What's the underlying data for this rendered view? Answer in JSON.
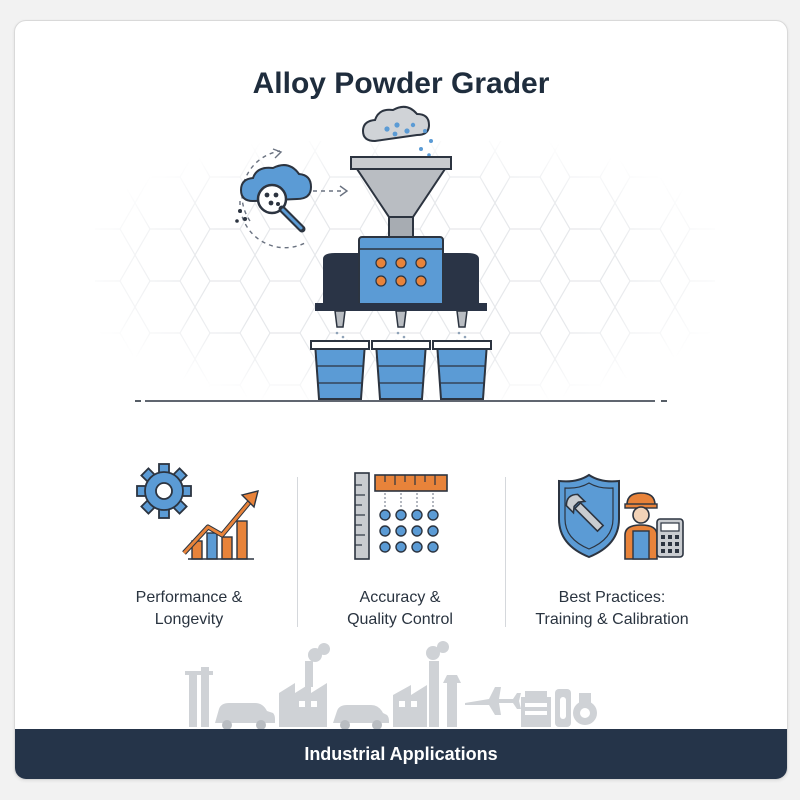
{
  "title": "Alloy Powder Grader",
  "colors": {
    "navy": "#253449",
    "blue": "#5b9bd5",
    "orange": "#e8833a",
    "gray": "#9aa0a6",
    "background_hex": "#f2f2f2"
  },
  "hero": {
    "icons": [
      "powder-cloud-icon",
      "magnifier-inspection-icon",
      "funnel-icon",
      "grader-machine-icon",
      "collection-bin-icon"
    ]
  },
  "features": [
    {
      "icon": "gear-growth-chart-icon",
      "label_line1": "Performance &",
      "label_line2": "Longevity"
    },
    {
      "icon": "ruler-particles-icon",
      "label_line1": "Accuracy &",
      "label_line2": "Quality Control"
    },
    {
      "icon": "shield-wrench-engineer-icon",
      "label_line1": "Best Practices:",
      "label_line2": "Training & Calibration"
    }
  ],
  "footer": {
    "label": "Industrial Applications",
    "icons": [
      "factory-icon",
      "car-icon",
      "airplane-icon",
      "robot-arm-icon",
      "engine-icon"
    ]
  }
}
